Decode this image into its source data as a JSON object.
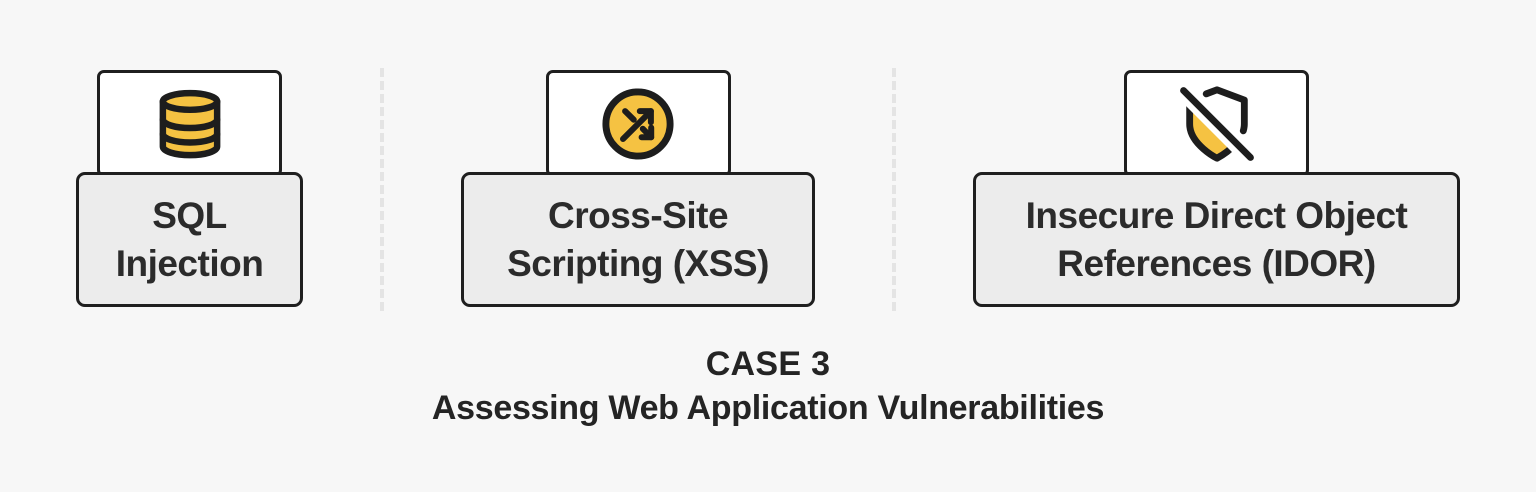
{
  "colors": {
    "background": "#f7f7f7",
    "card_fill": "#ececec",
    "icon_box_fill": "#ffffff",
    "border_dark": "#1f1f1f",
    "accent_yellow": "#f5c242",
    "divider": "#e4e4e4",
    "text": "#2b2b2b"
  },
  "cards": [
    {
      "id": "sql-injection",
      "icon": "database-icon",
      "label": "SQL Injection",
      "label_lines": [
        "SQL",
        "Injection"
      ]
    },
    {
      "id": "xss",
      "icon": "crossed-arrows-circle-icon",
      "label": "Cross-Site Scripting (XSS)",
      "label_lines": [
        "Cross-Site",
        "Scripting (XSS)"
      ]
    },
    {
      "id": "idor",
      "icon": "shield-off-icon",
      "label": "Insecure Direct Object References (IDOR)",
      "label_lines": [
        "Insecure Direct Object",
        "References (IDOR)"
      ]
    }
  ],
  "caption": {
    "case_label": "CASE 3",
    "title": "Assessing Web Application Vulnerabilities"
  }
}
